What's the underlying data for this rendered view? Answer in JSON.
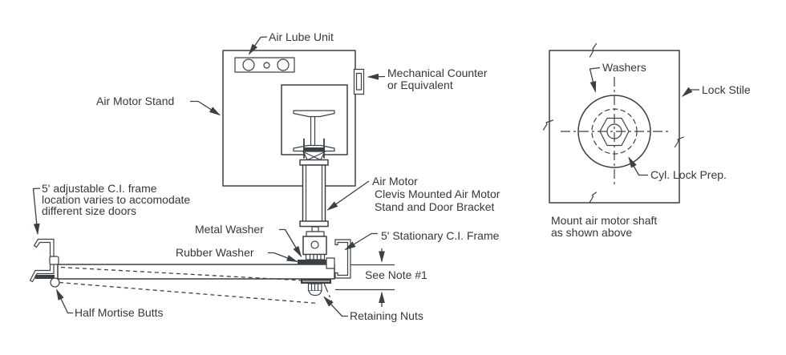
{
  "diagram": {
    "labels": {
      "air_lube_unit": "Air Lube Unit",
      "mechanical_counter": [
        "Mechanical Counter",
        "or Equivalent"
      ],
      "air_motor_stand": "Air Motor Stand",
      "adjustable_frame": [
        "5' adjustable C.I. frame",
        "location varies to accomodate",
        "different size doors"
      ],
      "metal_washer": "Metal Washer",
      "rubber_washer": "Rubber Washer",
      "air_motor": [
        "Air Motor",
        "Clevis Mounted Air Motor",
        "Stand and Door Bracket"
      ],
      "stationary_frame": "5' Stationary C.I. Frame",
      "see_note": "See Note #1",
      "half_mortise_butts": "Half Mortise Butts",
      "retaining_nuts": "Retaining Nuts",
      "washers": "Washers",
      "lock_stile": "Lock Stile",
      "cyl_lock_prep": "Cyl. Lock Prep.",
      "mount_caption": [
        "Mount air motor shaft",
        "as shown above"
      ]
    },
    "colors": {
      "line": "#3b4045",
      "text": "#33383d",
      "background": "#ffffff"
    }
  }
}
